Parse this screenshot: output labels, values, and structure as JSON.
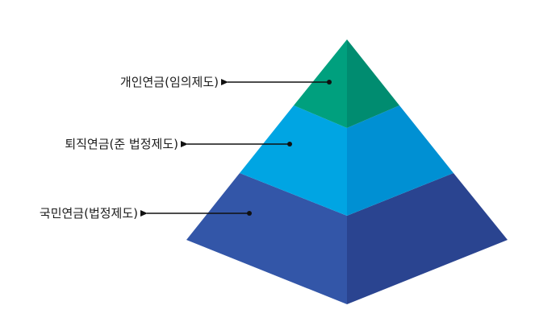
{
  "diagram": {
    "tiers": [
      {
        "label": "개인연금(임의제도)",
        "colors": {
          "left": "#00a07e",
          "right": "#008c70"
        }
      },
      {
        "label": "퇴직연금(준 법정제도)",
        "colors": {
          "left": "#00a5e3",
          "right": "#0090d3"
        }
      },
      {
        "label": "국민연금(법정제도)",
        "colors": {
          "left": "#3356a8",
          "right": "#2a4490"
        }
      }
    ],
    "arrow_color": "#111111"
  }
}
